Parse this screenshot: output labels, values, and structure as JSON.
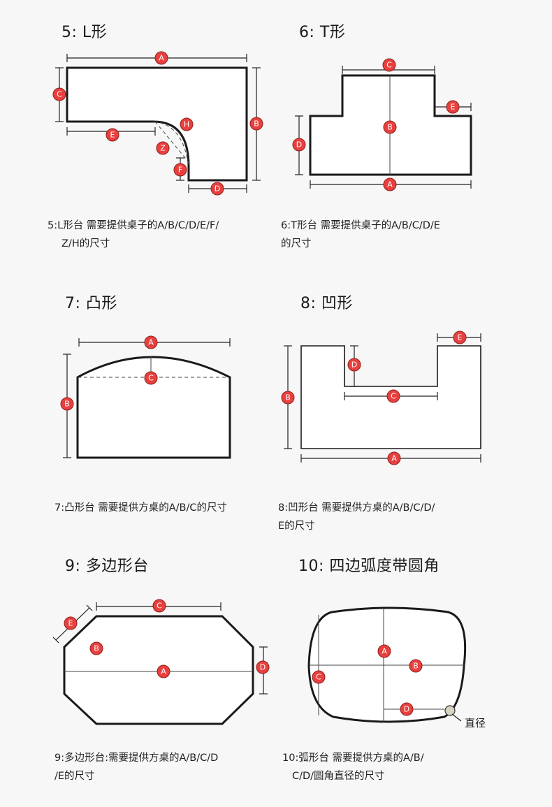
{
  "panels": [
    {
      "title": "5: L形",
      "caption_lines": [
        "5:L形台 需要提供桌子的A/B/C/D/E/F/",
        "Z/H的尺寸"
      ]
    },
    {
      "title": "6: T形",
      "caption_lines": [
        "6:T形台 需要提供桌子的A/B/C/D/E",
        "的尺寸"
      ]
    },
    {
      "title": "7: 凸形",
      "caption_lines": [
        "7:凸形台 需要提供方桌的A/B/C的尺寸"
      ]
    },
    {
      "title": "8: 凹形",
      "caption_lines": [
        "8:凹形台 需要提供方桌的A/B/C/D/",
        "E的尺寸"
      ]
    },
    {
      "title": "9: 多边形台",
      "caption_lines": [
        "9:多边形台:需要提供方桌的A/B/C/D",
        "/E的尺寸"
      ]
    },
    {
      "title": "10: 四边弧度带圆角",
      "caption_lines": [
        "10:弧形台 需要提供方桌的A/B/",
        "C/D/圆角直径的尺寸"
      ]
    }
  ],
  "markers": {
    "l_shape": [
      "A",
      "B",
      "C",
      "D",
      "E",
      "F",
      "Z",
      "H"
    ],
    "t_shape": [
      "A",
      "B",
      "C",
      "D",
      "E"
    ],
    "convex": [
      "A",
      "B",
      "C"
    ],
    "concave": [
      "A",
      "B",
      "C",
      "D",
      "E"
    ],
    "polygon": [
      "A",
      "B",
      "C",
      "D",
      "E"
    ],
    "arc": [
      "A",
      "B",
      "C",
      "D"
    ]
  },
  "arc_diameter_label": "直径",
  "colors": {
    "marker_fill": "#e8403e",
    "outline": "#1a1a1a",
    "background": "#f7f7f7"
  }
}
